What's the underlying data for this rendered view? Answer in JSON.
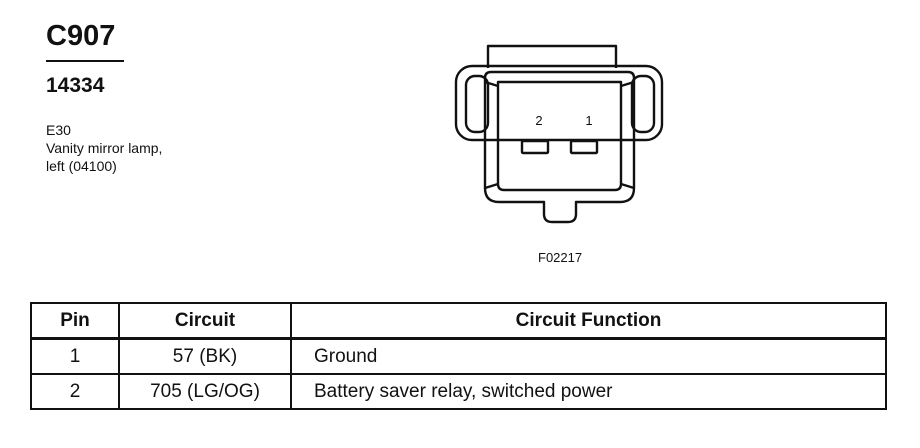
{
  "connector": {
    "id": "C907",
    "part_number": "14334",
    "description_lines": [
      "E30",
      "Vanity mirror lamp,",
      "left (04100)"
    ]
  },
  "diagram": {
    "pin_labels": [
      "2",
      "1"
    ],
    "figure_code": "F02217"
  },
  "table": {
    "headers": {
      "pin": "Pin",
      "circuit": "Circuit",
      "function": "Circuit Function"
    },
    "rows": [
      {
        "pin": "1",
        "circuit": "57 (BK)",
        "function": "Ground"
      },
      {
        "pin": "2",
        "circuit": "705 (LG/OG)",
        "function": "Battery saver relay, switched power"
      }
    ]
  }
}
